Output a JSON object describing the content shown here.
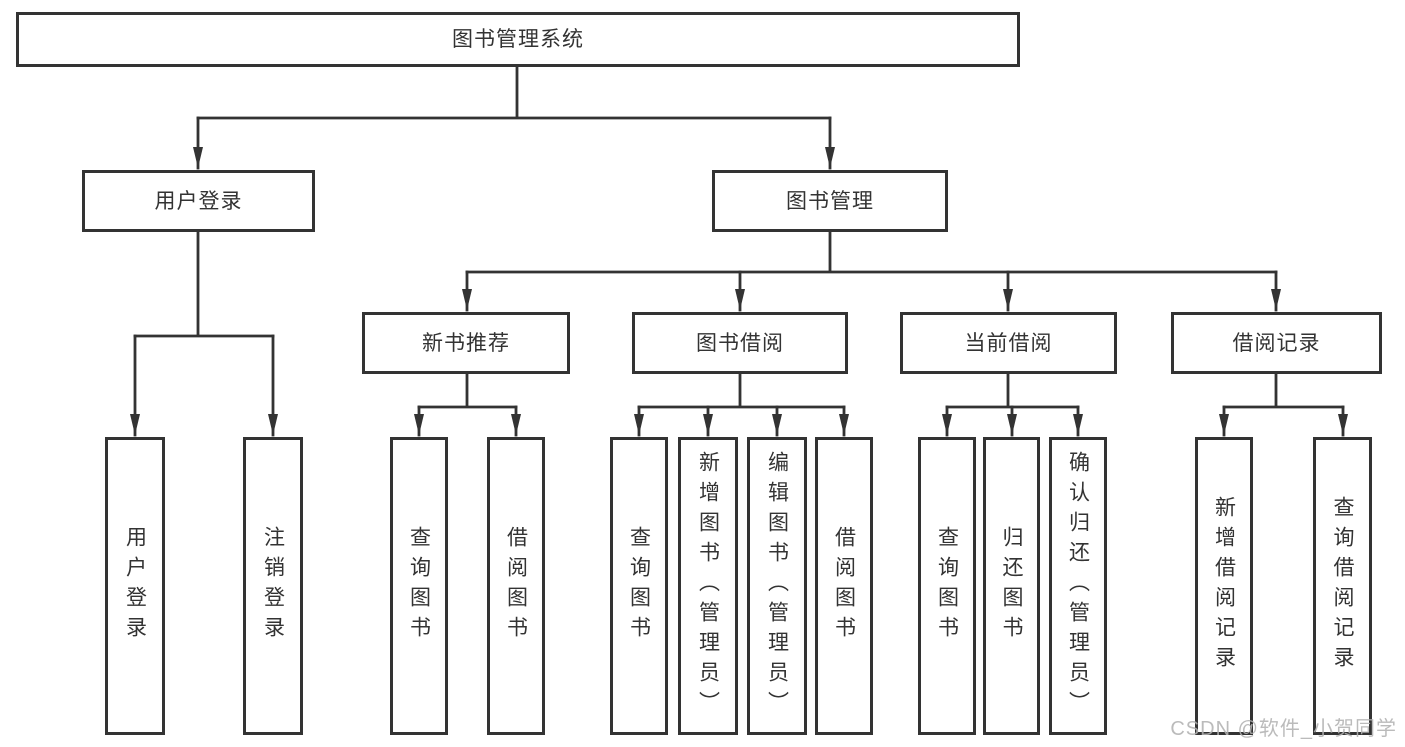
{
  "diagram": {
    "title": "图书管理系统",
    "branches": [
      {
        "label": "用户登录",
        "children": [
          {
            "label": "用户登录"
          },
          {
            "label": "注销登录"
          }
        ]
      },
      {
        "label": "图书管理",
        "children": [
          {
            "label": "新书推荐",
            "children": [
              {
                "label": "查询图书"
              },
              {
                "label": "借阅图书"
              }
            ]
          },
          {
            "label": "图书借阅",
            "children": [
              {
                "label": "查询图书"
              },
              {
                "label": "新增图书（管理员）"
              },
              {
                "label": "编辑图书（管理员）"
              },
              {
                "label": "借阅图书"
              }
            ]
          },
          {
            "label": "当前借阅",
            "children": [
              {
                "label": "查询图书"
              },
              {
                "label": "归还图书"
              },
              {
                "label": "确认归还（管理员）"
              }
            ]
          },
          {
            "label": "借阅记录",
            "children": [
              {
                "label": "新增借阅记录"
              },
              {
                "label": "查询借阅记录"
              }
            ]
          }
        ]
      }
    ]
  },
  "watermark": "CSDN @软件_小贺同学",
  "colors": {
    "line": "#333333",
    "box_border": "#333333",
    "box_fill": "#ffffff",
    "text": "#333333",
    "watermark": "#b2b2b2",
    "background": "#ffffff"
  }
}
